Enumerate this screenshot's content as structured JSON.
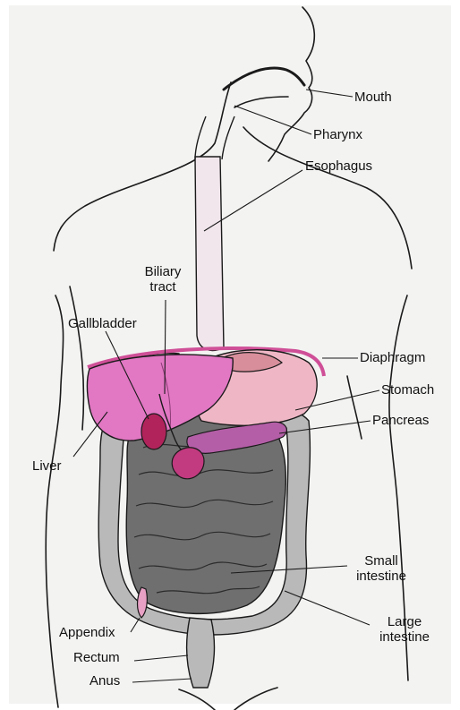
{
  "labels": {
    "mouth": "Mouth",
    "pharynx": "Pharynx",
    "esophagus": "Esophagus",
    "biliary_1": "Biliary",
    "biliary_2": "tract",
    "gallbladder": "Gallbladder",
    "diaphragm": "Diaphragm",
    "stomach": "Stomach",
    "pancreas": "Pancreas",
    "liver": "Liver",
    "small_1": "Small",
    "small_2": "intestine",
    "large_1": "Large",
    "large_2": "intestine",
    "appendix": "Appendix",
    "rectum": "Rectum",
    "anus": "Anus"
  },
  "colors": {
    "outline": "#1a1a1a",
    "liver": "#e277c3",
    "stomach": "#efb7c6",
    "pancreas": "#b45ea7",
    "gallbladder": "#b0245b",
    "diaphragm": "#cf4f97",
    "small_intestine": "#6f6f6f",
    "large_intestine": "#b9b9b9",
    "esophagus": "#f1e6ec"
  }
}
